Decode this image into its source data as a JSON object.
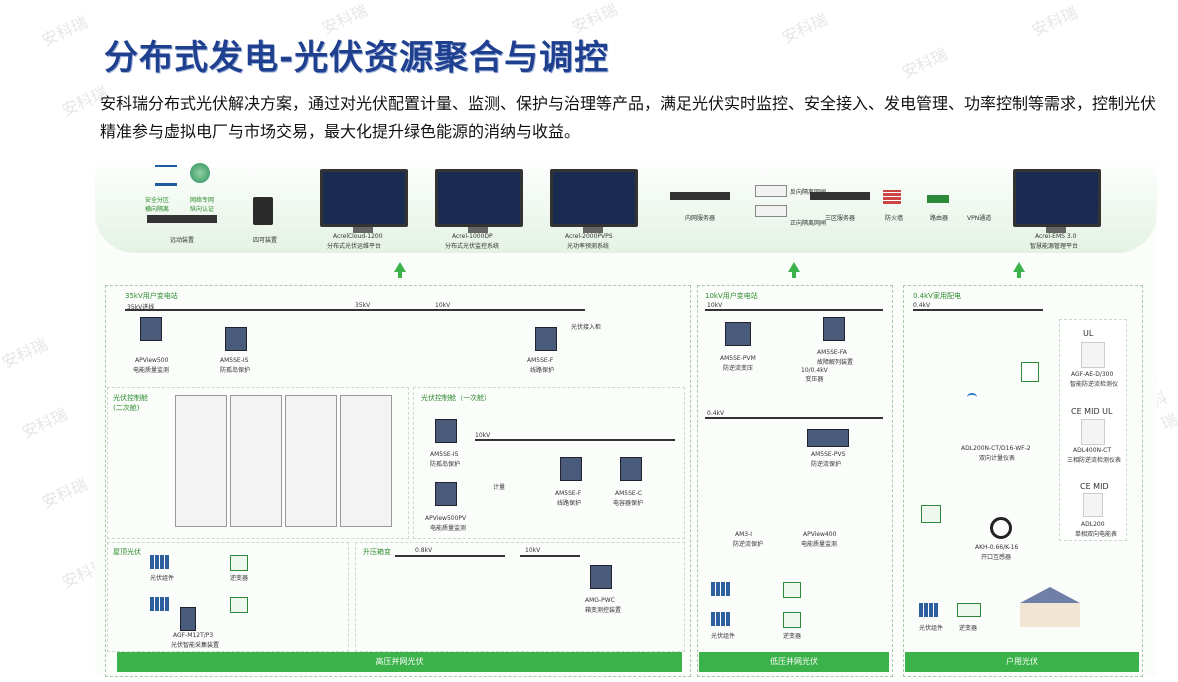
{
  "watermark": "安科瑞",
  "title": "分布式发电-光伏资源聚合与调控",
  "intro": "安科瑞分布式光伏解决方案，通过对光伏配置计量、监测、保护与治理等产品，满足光伏实时监控、安全接入、发电管理、功率控制等需求，控制光伏精准参与虚拟电厂与市场交易，最大化提升绿色能源的消纳与收益。",
  "top": {
    "grid_tags": [
      "安全分区",
      "网络专网",
      "横向隔离",
      "纵向认证"
    ],
    "gateway": "远动装置",
    "collector": "四可装置",
    "platforms": [
      {
        "name": "AcrelCloud-1200",
        "desc": "分布式光伏运维平台"
      },
      {
        "name": "Acrel-1000DP",
        "desc": "分布式光伏监控系统"
      },
      {
        "name": "Acrel-2000PVPS",
        "desc": "光功率预测系统"
      }
    ],
    "right_chain": [
      "内网服务器",
      "反向隔离网闸",
      "正向隔离网闸",
      "三区服务器",
      "防火墙",
      "路由器",
      "VPN通道"
    ],
    "ems": {
      "name": "Acrel-EMS 3.0",
      "desc": "智慧能源管理平台"
    }
  },
  "left": {
    "title": "35kV用户变电站",
    "bus1": "35kV进线",
    "bus2": "35kV",
    "bus3": "10kV",
    "devices": [
      {
        "name": "APView500",
        "desc": "电能质量监测"
      },
      {
        "name": "AM5SE-IS",
        "desc": "防孤岛保护"
      },
      {
        "name": "AM5SE-F",
        "desc": "线路保护"
      }
    ],
    "side_label": "光伏接入柜",
    "ctrl_room": "光伏控制舱\n(二次舱)",
    "primary_room": "光伏控制舱（一次舱）",
    "primary_devices": [
      {
        "name": "AM5SE-IS",
        "desc": "防孤岛保护"
      },
      {
        "name": "APView500PV",
        "desc": "电能质量监测"
      },
      {
        "name": "AM5SE-F",
        "desc": "线路保护"
      },
      {
        "name": "AM5SE-C",
        "desc": "电容器保护"
      }
    ],
    "bus4": "10kV",
    "roof": "屋顶光伏",
    "pv_panel": "光伏组件",
    "inverter": "逆变器",
    "agf": {
      "name": "AGF-M12T/P3",
      "desc": "光伏智能采集装置"
    },
    "boost": "升压箱变",
    "bus5": "0.8kV",
    "bus6": "10kV",
    "amg": {
      "name": "AMG-PWC",
      "desc": "箱变测控装置"
    },
    "meter": "计量",
    "bar": "高压并网光伏"
  },
  "middle": {
    "title": "10kV用户变电站",
    "bus1": "10kV",
    "bus2": "0.4kV",
    "devices": [
      {
        "name": "AM5SE-PVM",
        "desc": "防逆流变压"
      },
      {
        "name": "AM5SE-FA",
        "desc": "故障解列装置"
      },
      {
        "name": "AM5SE-PVS",
        "desc": "防逆流保护"
      }
    ],
    "transformer": "10/0.4kV\n变压器",
    "am3": {
      "name": "AM3-I",
      "desc": "防逆流保护"
    },
    "apv": {
      "name": "APView400",
      "desc": "电能质量监测"
    },
    "panel": "光伏组件",
    "inverter": "逆变器",
    "bar": "低压并网光伏"
  },
  "right": {
    "title": "0.4kV家用配电",
    "bus": "0.4kV",
    "devices": [
      {
        "name": "ADL200N-CT/D16-WF-2",
        "desc": "双向计量仪表"
      },
      {
        "name": "AKH-0.66/K-16",
        "desc": "开口互感器"
      },
      {
        "name": "AGF-AE-D/300",
        "desc": "智能防逆流检测仪"
      },
      {
        "name": "ADL400N-CT",
        "desc": "三相防逆流检测仪表"
      },
      {
        "name": "ADL200",
        "desc": "单相双向电能表"
      }
    ],
    "certs": [
      "UL",
      "CE MID UL",
      "CE MID"
    ],
    "panel": "光伏组件",
    "inverter": "逆变器",
    "bar": "户用光伏"
  },
  "colors": {
    "title": "#1f3f8f",
    "accent": "#3bb24a",
    "frame": "#aac8aa"
  }
}
